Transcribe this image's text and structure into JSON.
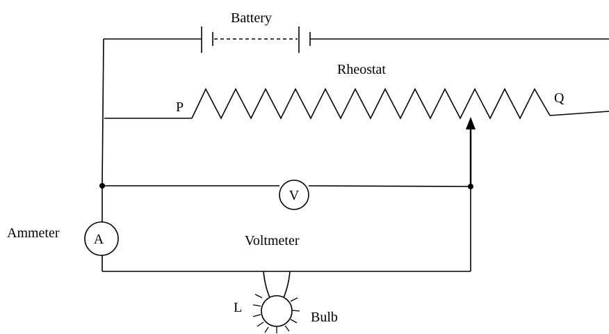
{
  "labels": {
    "battery": "Battery",
    "rheostat": "Rheostat",
    "end_p": "P",
    "end_q": "Q",
    "voltmeter_symbol": "V",
    "ammeter_symbol": "A",
    "ammeter": "Ammeter",
    "voltmeter": "Voltmeter",
    "lamp": "L",
    "bulb": "Bulb"
  },
  "colors": {
    "ink": "#000000",
    "background": "#ffffff"
  }
}
